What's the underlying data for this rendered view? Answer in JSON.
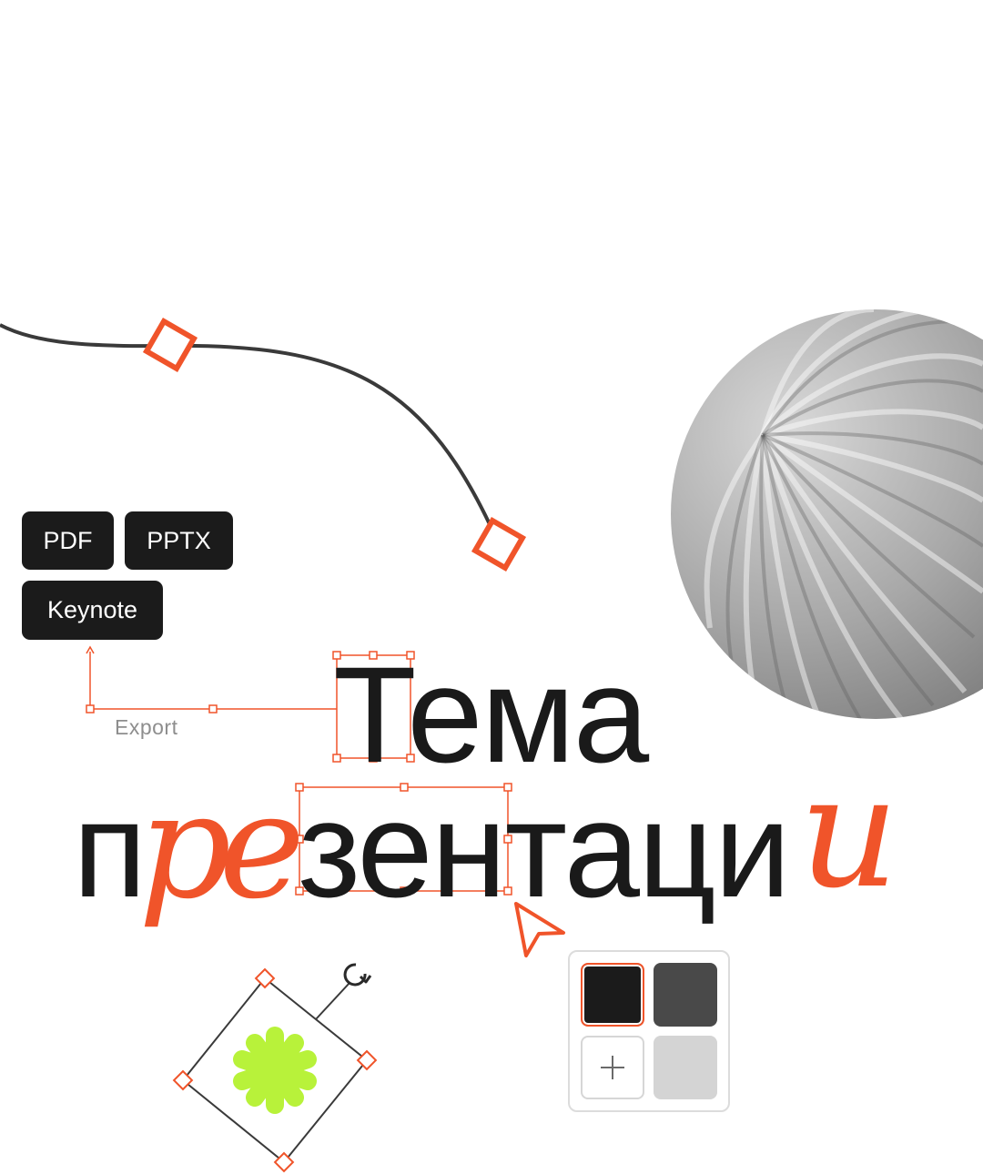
{
  "export": {
    "buttons": [
      {
        "id": "pdf",
        "label": "PDF"
      },
      {
        "id": "pptx",
        "label": "PPTX"
      },
      {
        "id": "keynote",
        "label": "Keynote"
      }
    ],
    "label": "Export"
  },
  "title": {
    "line1": "Тема",
    "line2_start": "п",
    "line2_script_part": "ре",
    "line2_middle": "зентаци",
    "line2_script_end": "и"
  },
  "swatches": [
    {
      "name": "black",
      "color": "#1b1b1b",
      "selected": true
    },
    {
      "name": "dark-gray",
      "color": "#494949",
      "selected": false
    },
    {
      "name": "add",
      "icon": "plus-icon"
    },
    {
      "name": "light-gray",
      "color": "#d4d4d4",
      "selected": false
    }
  ],
  "colors": {
    "accent": "#f0542a",
    "text": "#1a1a1a",
    "asterisk": "#b8f23a",
    "sphere": "#9a9a9a"
  },
  "icons": [
    "rotate-icon",
    "cursor-arrow-icon",
    "asterisk-icon",
    "sphere-image",
    "bezier-curve"
  ]
}
